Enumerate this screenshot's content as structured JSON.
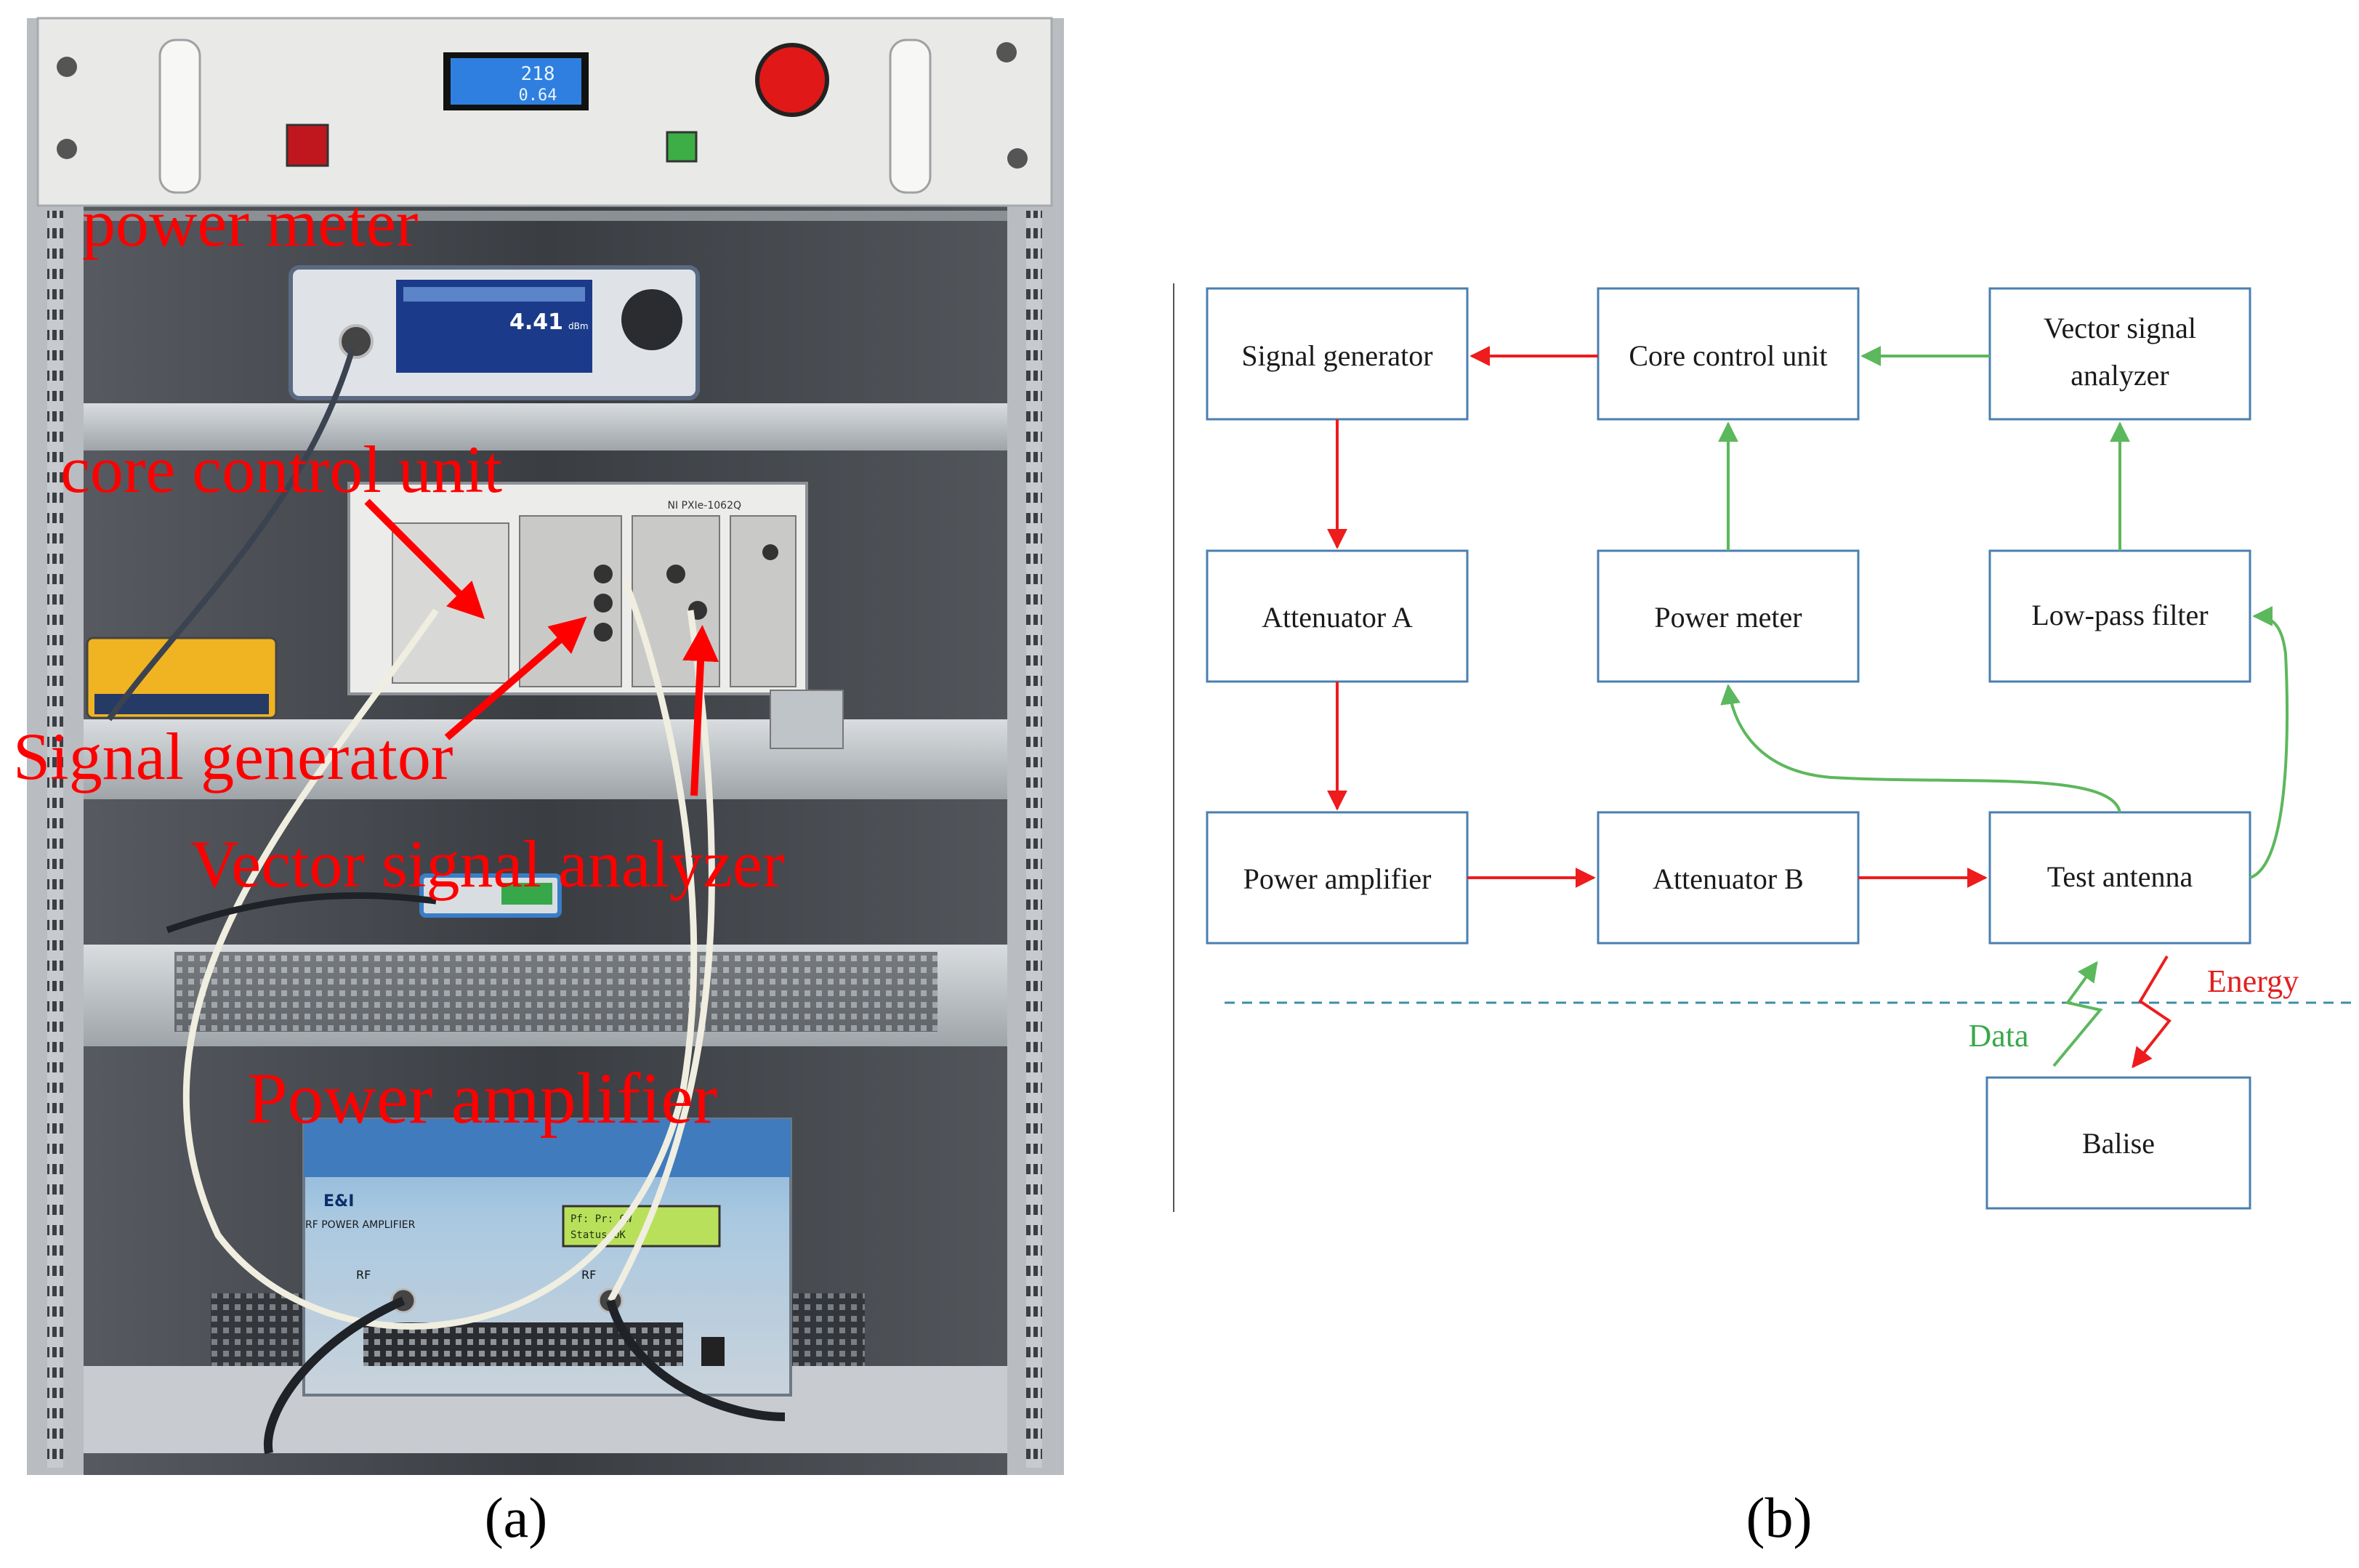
{
  "panel_a": {
    "labels": {
      "power_meter": "power meter",
      "core_control_unit": "core control unit",
      "signal_generator": "Signal generator",
      "vector_signal_analyzer": "Vector signal analyzer",
      "power_amplifier": "Power amplifier"
    },
    "device_readouts": {
      "voltmeter_top": "218",
      "voltmeter_bottom": "0.64",
      "power_meter_reading": "4.41",
      "power_meter_unit": "dBm",
      "pxi_model": "NI PXIe-1062Q",
      "amp_brand": "E&I",
      "amp_title": "RF POWER AMPLIFIER",
      "amp_lcd_line1": "Pf: Pr: 0W",
      "amp_lcd_line2": "Status:OK",
      "amp_rf_in": "RF",
      "amp_rf_out": "RF"
    },
    "caption": "(a)",
    "colors": {
      "label": "#ff0000",
      "arrow": "#ff0000"
    }
  },
  "panel_b": {
    "boxes": {
      "signal_generator": "Signal generator",
      "core_control_unit": "Core control unit",
      "vector_signal_analyzer_l1": "Vector signal",
      "vector_signal_analyzer_l2": "analyzer",
      "attenuator_a": "Attenuator A",
      "power_meter": "Power meter",
      "low_pass_filter": "Low-pass filter",
      "power_amplifier": "Power amplifier",
      "attenuator_b": "Attenuator B",
      "test_antenna": "Test antenna",
      "balise": "Balise"
    },
    "labels": {
      "energy": "Energy",
      "data": "Data"
    },
    "caption": "(b)",
    "colors": {
      "box_border": "#4a7fb0",
      "red_arrow": "#ee1c1c",
      "green_arrow": "#5cb85c",
      "dashed_line": "#3d8fa8",
      "energy_text": "#e02020",
      "data_text": "#3aa84a"
    }
  }
}
